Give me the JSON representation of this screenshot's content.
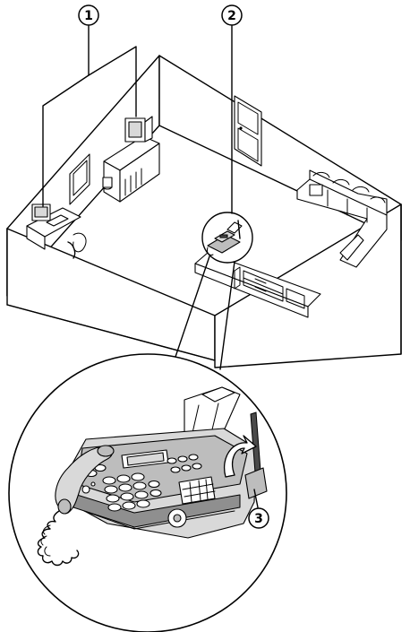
{
  "callouts": [
    {
      "id": "1",
      "label": "1"
    },
    {
      "id": "2",
      "label": "2"
    },
    {
      "id": "3",
      "label": "3"
    }
  ],
  "colors": {
    "ink": "#000000",
    "fill_light": "#d9d9d9",
    "fill_mid": "#bdbdbd",
    "fill_dark": "#8f8f8f"
  }
}
